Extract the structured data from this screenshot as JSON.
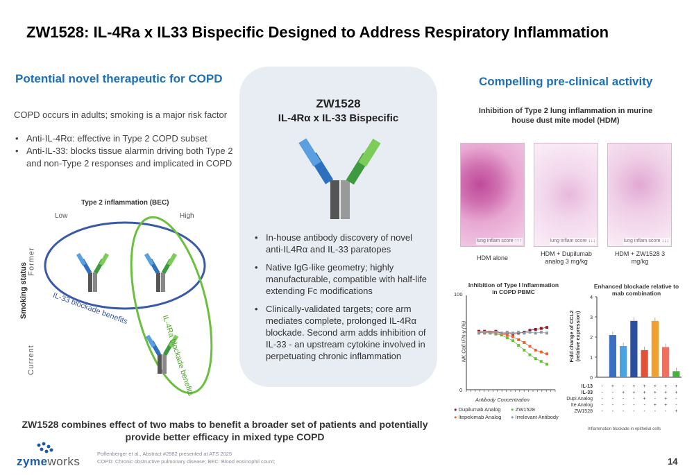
{
  "title": "ZW1528: IL-4Ra x IL33 Bispecific Designed to Address Respiratory Inflammation",
  "left": {
    "heading": "Potential novel therapeutic for COPD",
    "intro": "COPD occurs in adults; smoking is a major risk factor",
    "bullets": [
      "Anti-IL-4Rα: effective in Type 2 COPD subset",
      "Anti-IL-33: blocks tissue alarmin driving both Type 2 and non-Type 2 responses and implicated in COPD"
    ],
    "diagram": {
      "top_label": "Type 2 inflammation (BEC)",
      "low": "Low",
      "high": "High",
      "y_axis": "Smoking status",
      "former": "Former",
      "current": "Current",
      "blue_label": "IL-33 blockade benefits",
      "green_label": "IL-4Ra blockade benefits"
    },
    "summary": "ZW1528 combines effect of two mabs to benefit a broader set of patients and potentially provide better efficacy in mixed type COPD"
  },
  "center": {
    "title1": "ZW1528",
    "title2": "IL-4Rα x IL-33 Bispecific",
    "bullets": [
      "In-house antibody discovery of novel anti-IL4Rα and IL-33 paratopes",
      "Native IgG-like geometry; highly manufacturable, compatible with half-life extending Fc modifications",
      "Clinically-validated targets; core arm mediates complete, prolonged IL-4Rα blockade. Second arm adds inhibition of IL-33 - an upstream cytokine involved in perpetuating chronic inflammation"
    ]
  },
  "right": {
    "heading": "Compelling pre-clinical activity",
    "subheading": "Inhibition of Type 2 lung inflammation in murine house dust mite model (HDM)",
    "panels": [
      {
        "caption": "HDM alone",
        "score": "lung inflam score ↑↑↑"
      },
      {
        "caption": "HDM + Dupilumab analog 3 mg/kg",
        "score": "lung inflam score ↓↓↓"
      },
      {
        "caption": "HDM + ZW1528 3 mg/kg",
        "score": "lung inflam score ↓↓↓"
      }
    ],
    "line_chart": {
      "title": "Inhibition of Type I Inflammation in COPD PBMC",
      "ylabel": "NK Cell IFN-γ (%)",
      "xlabel": "Antibody Concentration",
      "y_top": "100",
      "y_bottom": "0",
      "legend": [
        "Dupilumab Analog",
        "ZW1528",
        "Itepekimab Analog",
        "Irrelevant Antibody"
      ]
    },
    "bar_chart": {
      "title": "Enhanced blockade relative to mab combination",
      "ylabel": "Fold change of CCL2 (relative expression)",
      "yticks": [
        "4",
        "3",
        "2",
        "1",
        "0"
      ],
      "row_labels": [
        "IL-13",
        "IL-33",
        "Dupi Analog",
        "Ite Analog",
        "ZW1528"
      ],
      "grid": [
        [
          "-",
          "+",
          "-",
          "+",
          "+",
          "+",
          "+",
          "+"
        ],
        [
          "-",
          "-",
          "+",
          "+",
          "+",
          "+",
          "+",
          "+"
        ],
        [
          "-",
          "-",
          "-",
          "-",
          "+",
          "-",
          "+",
          "-"
        ],
        [
          "-",
          "-",
          "-",
          "-",
          "-",
          "+",
          "+",
          "-"
        ],
        [
          "-",
          "-",
          "-",
          "-",
          "-",
          "-",
          "-",
          "+"
        ]
      ],
      "footnote": "Inflammation blockade in epithelial cells"
    }
  },
  "chart_data": [
    {
      "type": "bar",
      "title": "Enhanced blockade relative to mab combination",
      "ylabel": "Fold change of CCL2 (relative expression)",
      "ylim": [
        0,
        4
      ],
      "values": [
        0,
        2.1,
        1.55,
        2.8,
        1.35,
        2.8,
        1.5,
        0.3
      ],
      "colors": [
        "#3b6fc1",
        "#3b6fc1",
        "#4aa3e0",
        "#2a4f9e",
        "#e0533a",
        "#f0a030",
        "#f07060",
        "#48b040"
      ]
    },
    {
      "type": "line",
      "title": "Inhibition of Type I Inflammation in COPD PBMC",
      "ylabel": "NK Cell IFN-γ (%)",
      "xlabel": "Antibody Concentration",
      "ylim": [
        0,
        100
      ],
      "series": [
        {
          "name": "Dupilumab Analog",
          "color": "#8b1a2b",
          "values": [
            62,
            62,
            61,
            62,
            60,
            60,
            59,
            60,
            61,
            63,
            64,
            65,
            66
          ]
        },
        {
          "name": "ZW1528",
          "color": "#6bbf3e",
          "values": [
            60,
            61,
            60,
            59,
            58,
            55,
            52,
            47,
            42,
            37,
            33,
            30,
            27
          ]
        },
        {
          "name": "Itepekimab Analog",
          "color": "#e8663a",
          "values": [
            61,
            60,
            61,
            60,
            59,
            58,
            56,
            53,
            50,
            46,
            42,
            40,
            38
          ]
        },
        {
          "name": "Irrelevant Antibody",
          "color": "#8a9ba8",
          "values": [
            60,
            61,
            60,
            61,
            60,
            61,
            60,
            61,
            60,
            61,
            60,
            61,
            60
          ]
        }
      ]
    }
  ],
  "footer": {
    "logo_text_1": "zyme",
    "logo_text_2": "works",
    "ref1": "Poffenberger et al., Abstract #2982 presented at ATS 2025",
    "ref2": "COPD: Chronic obstructive pulmonary disease; BEC: Blood eosinophil count;",
    "page": "14"
  }
}
